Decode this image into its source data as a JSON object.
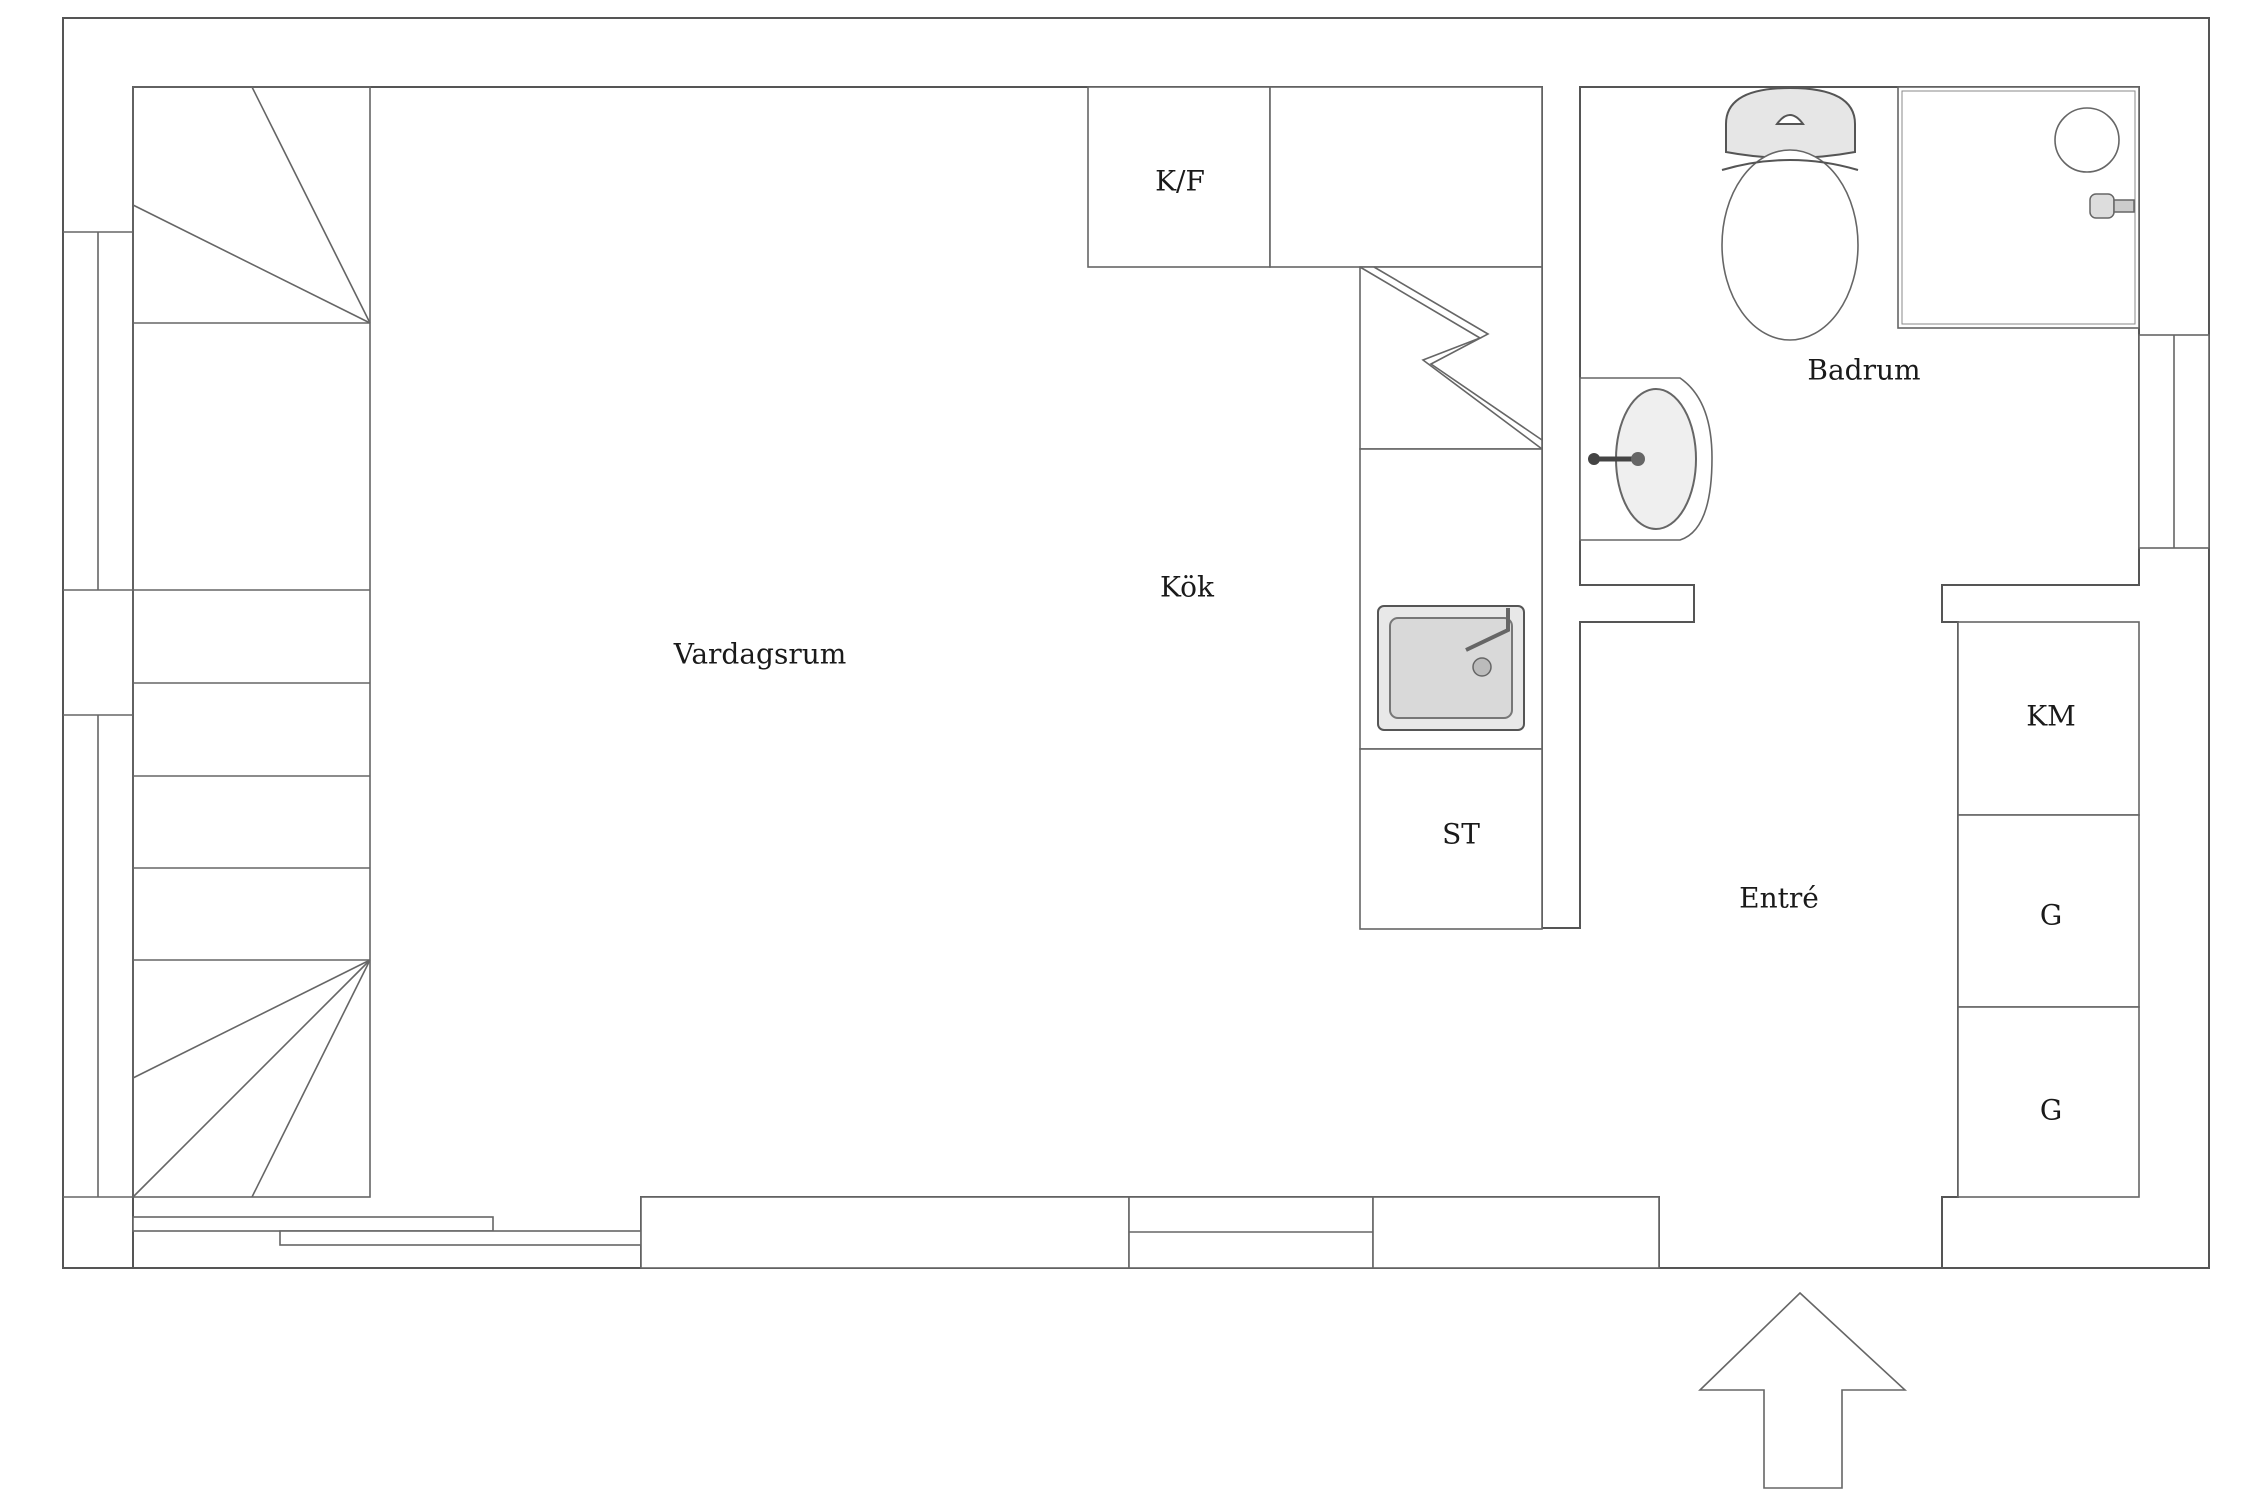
{
  "rooms": {
    "vardagsrum": "Vardagsrum",
    "kok": "Kök",
    "badrum": "Badrum",
    "entre": "Entré"
  },
  "fixtures": {
    "kf": "K/F",
    "st": "ST",
    "km": "KM",
    "g1": "G",
    "g2": "G"
  },
  "colors": {
    "line": "#555555",
    "background": "#ffffff"
  }
}
